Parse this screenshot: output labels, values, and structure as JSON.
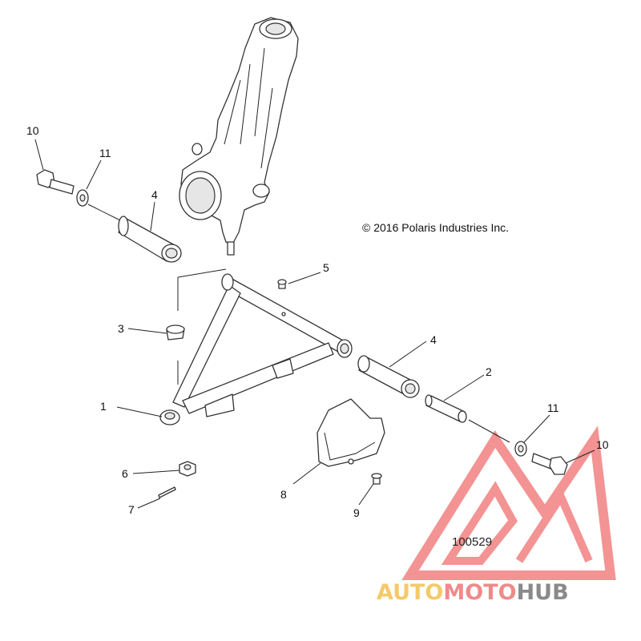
{
  "copyright": "© 2016 Polaris Industries Inc.",
  "diagram_number": "100529",
  "watermark": {
    "text_auto": "AUTO",
    "text_moto": "MOTO",
    "text_hub": "HUB",
    "colors": {
      "auto": "#f5c96a",
      "moto": "#f08a8a",
      "hub": "#8a8a8a",
      "logo": "#f07070"
    }
  },
  "callouts": [
    {
      "id": "c10a",
      "label": "10"
    },
    {
      "id": "c11a",
      "label": "11"
    },
    {
      "id": "c4a",
      "label": "4"
    },
    {
      "id": "c5",
      "label": "5"
    },
    {
      "id": "c3",
      "label": "3"
    },
    {
      "id": "c1",
      "label": "1"
    },
    {
      "id": "c4b",
      "label": "4"
    },
    {
      "id": "c2",
      "label": "2"
    },
    {
      "id": "c11b",
      "label": "11"
    },
    {
      "id": "c10b",
      "label": "10"
    },
    {
      "id": "c6",
      "label": "6"
    },
    {
      "id": "c7",
      "label": "7"
    },
    {
      "id": "c8",
      "label": "8"
    },
    {
      "id": "c9",
      "label": "9"
    }
  ]
}
